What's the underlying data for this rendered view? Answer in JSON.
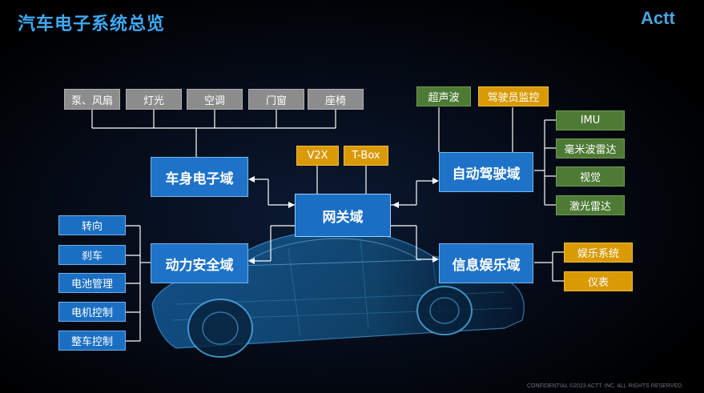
{
  "header": {
    "title": "汽车电子系统总览",
    "logo": "Actt"
  },
  "footer": {
    "text": "CONFIDENTIAL ©2023 ACTT. INC. ALL RIGHTS RESERVED."
  },
  "colors": {
    "title": "#3fa9f5",
    "domain_box": "#1e73c8",
    "gold": "#d99a06",
    "green": "#4d7a34",
    "gray": "#8c8c8c"
  },
  "domains": {
    "gateway": "网关域",
    "body": "车身电子域",
    "adas": "自动驾驶域",
    "power": "动力安全域",
    "info": "信息娱乐域"
  },
  "body_items": [
    "泵、风扇",
    "灯光",
    "空调",
    "门窗",
    "座椅"
  ],
  "gateway_items": [
    "V2X",
    "T-Box"
  ],
  "adas_top": [
    "超声波",
    "驾驶员监控"
  ],
  "adas_side": [
    "IMU",
    "毫米波雷达",
    "视觉",
    "激光雷达"
  ],
  "power_items": [
    "转向",
    "刹车",
    "电池管理",
    "电机控制",
    "整车控制"
  ],
  "info_items": [
    "娱乐系统",
    "仪表"
  ]
}
